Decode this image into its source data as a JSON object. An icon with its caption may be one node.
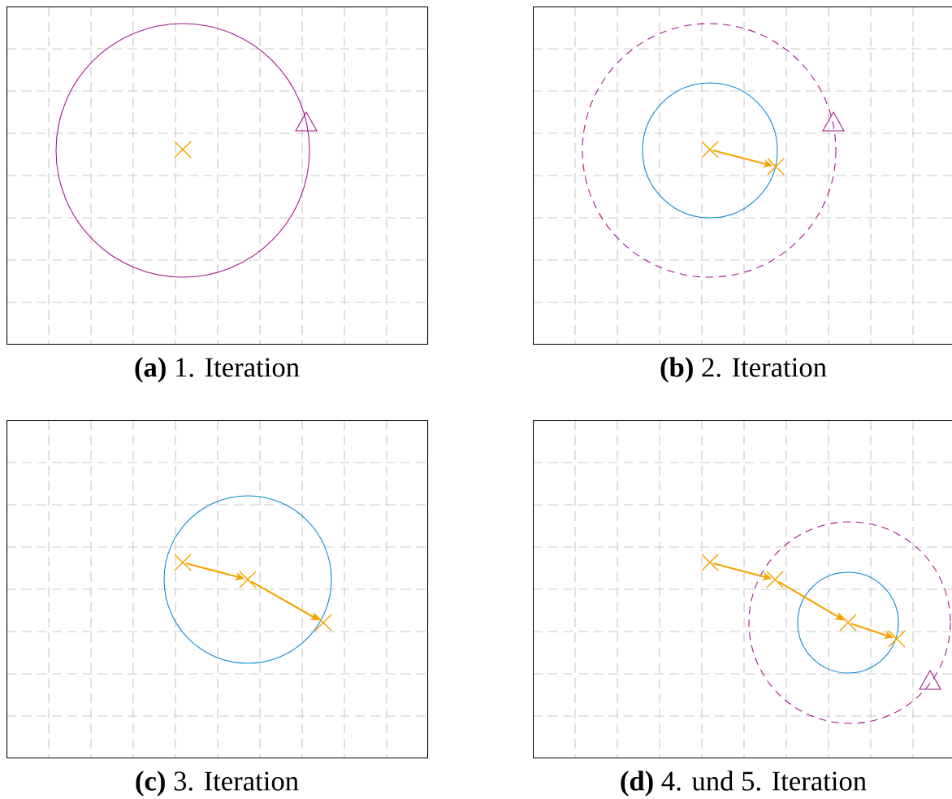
{
  "diagram": {
    "nodes": [
      {
        "text": [],
        "shape": "box",
        "beside": [
          "**(a)** 1. Iteration"
        ]
      },
      {
        "text": [],
        "shape": "box",
        "beside": [
          "**(b)** 2. Iteration"
        ]
      },
      {
        "text": [],
        "shape": "box",
        "beside": [
          "**(c)** 3. Iteration"
        ]
      },
      {
        "text": [],
        "shape": "box",
        "beside": [
          "**(d)** 4. und 5. Iteration"
        ]
      },
      {
        "text": [],
        "shape": "cross",
        "in": 0
      },
      {
        "text": [],
        "shape": "cross",
        "in": 1
      },
      {
        "text": [],
        "shape": "cross",
        "in": 1
      },
      {
        "text": [],
        "shape": "cross",
        "in": 2
      },
      {
        "text": [],
        "shape": "cross",
        "in": 2
      },
      {
        "text": [],
        "shape": "cross",
        "in": 2
      },
      {
        "text": [],
        "shape": "cross",
        "in": 3
      },
      {
        "text": [],
        "shape": "cross",
        "in": 3
      },
      {
        "text": [],
        "shape": "cross",
        "in": 3
      },
      {
        "text": [],
        "shape": "cross",
        "in": 3
      }
    ],
    "edges": [
      {
        "from": 5,
        "to": 6,
        "arrow": "to"
      },
      {
        "from": 7,
        "to": 8,
        "arrow": "to"
      },
      {
        "from": 8,
        "to": 9,
        "arrow": "to"
      },
      {
        "from": 10,
        "to": 11,
        "arrow": "to"
      },
      {
        "from": 11,
        "to": 12,
        "arrow": "to"
      },
      {
        "from": 12,
        "to": 13,
        "arrow": "to"
      }
    ]
  }
}
